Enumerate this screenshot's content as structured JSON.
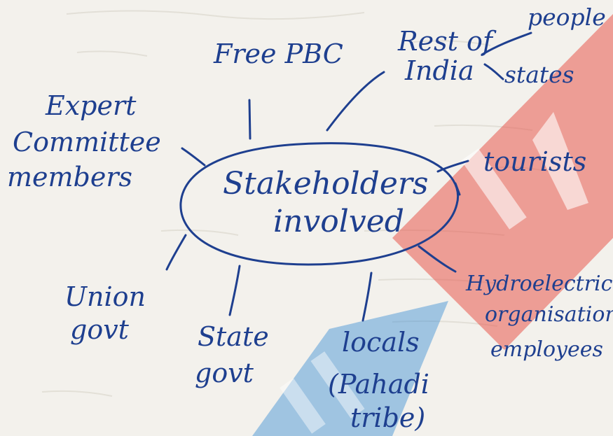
{
  "diagram": {
    "center": {
      "line1": "Stakeholders",
      "line2": "involved"
    },
    "nodes": {
      "free_pbc": "Free PBC",
      "rest_of_india": {
        "line1": "Rest of",
        "line2": "India"
      },
      "people": "people",
      "states": "states",
      "expert": {
        "line1": "Expert",
        "line2": "Committee",
        "line3": "members"
      },
      "tourists": "tourists",
      "union": {
        "line1": "Union",
        "line2": "govt"
      },
      "state": {
        "line1": "State",
        "line2": "govt"
      },
      "locals": {
        "line1": "locals",
        "line2": "(Pahadi",
        "line3": "tribe)"
      },
      "hydro": {
        "line1": "Hydroelectric",
        "line2": "organisation",
        "line3": "employees"
      }
    }
  },
  "colors": {
    "paper": "#f3f1ec",
    "ink": "#1e3f8f",
    "watermark_red": "#e8584f",
    "watermark_blue": "#3a8fd4"
  }
}
